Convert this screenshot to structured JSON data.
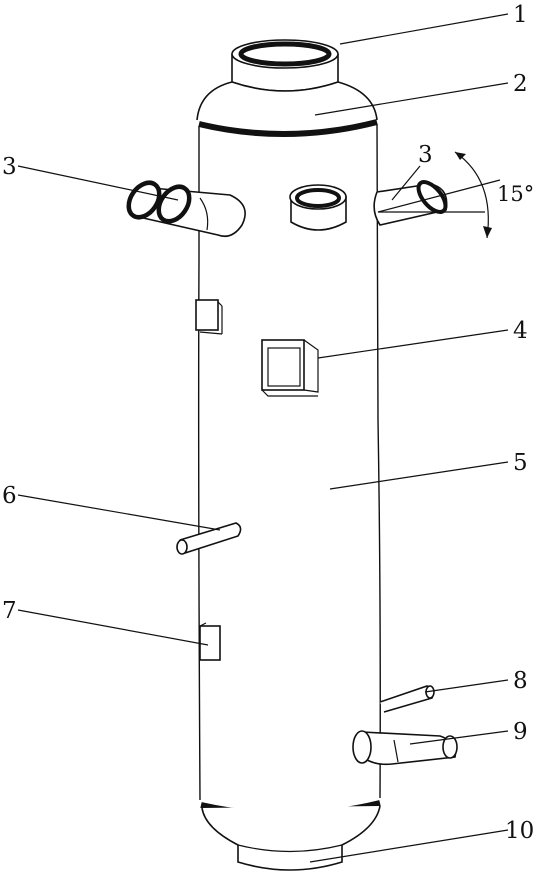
{
  "figure": {
    "labels": {
      "l1": "1",
      "l2": "2",
      "l3_left": "3",
      "l3_right": "3",
      "l4": "4",
      "l5": "5",
      "l6": "6",
      "l7": "7",
      "l8": "8",
      "l9": "9",
      "l10": "10"
    },
    "angle_text": "15°"
  }
}
